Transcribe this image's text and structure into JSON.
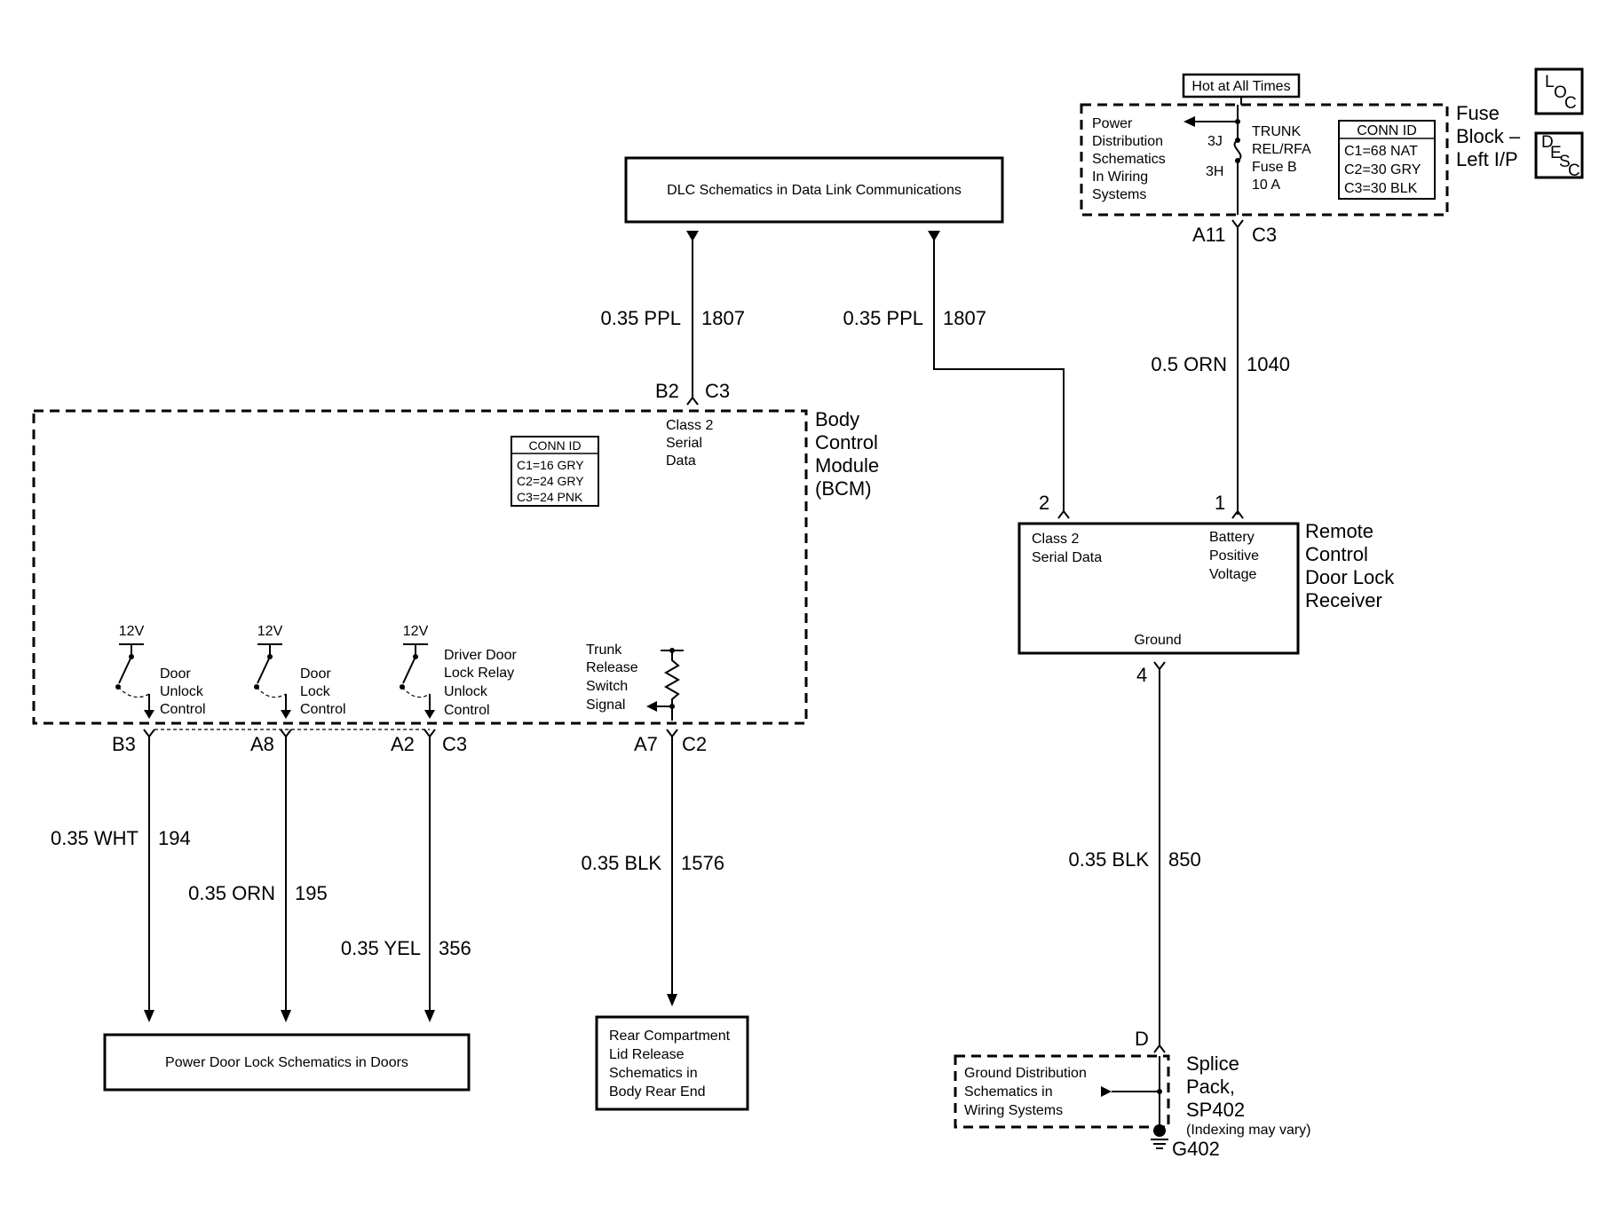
{
  "components": {
    "dlc_box": "DLC Schematics in Data Link Communications",
    "hot_label": "Hot at All Times",
    "fuse_block": {
      "name": [
        "Fuse",
        "Block –",
        "Left I/P"
      ],
      "power_dist": [
        "Power",
        "Distribution",
        "Schematics",
        "In Wiring",
        "Systems"
      ],
      "fuse_terms": [
        "3J",
        "3H"
      ],
      "fuse_label": [
        "TRUNK",
        "REL/RFA",
        "Fuse B",
        "10 A"
      ],
      "conn_id": {
        "header": "CONN ID",
        "rows": [
          "C1=68 NAT",
          "C2=30 GRY",
          "C3=30 BLK"
        ]
      }
    },
    "loc_icon": {
      "a": "L",
      "b": "O",
      "c": "C"
    },
    "desc_icon": {
      "a": "D",
      "b": "E",
      "c": "S",
      "d": "C"
    },
    "bcm": {
      "name": [
        "Body",
        "Control",
        "Module",
        "(BCM)"
      ],
      "class2": [
        "Class 2",
        "Serial",
        "Data"
      ],
      "conn_id": {
        "header": "CONN ID",
        "rows": [
          "C1=16 GRY",
          "C2=24 GRY",
          "C3=24 PNK"
        ]
      },
      "switch_voltage": "12V",
      "switch_labels": [
        [
          "Door",
          "Unlock",
          "Control"
        ],
        [
          "Door",
          "Lock",
          "Control"
        ],
        [
          "Driver Door",
          "Lock Relay",
          "Unlock",
          "Control"
        ]
      ],
      "trunk_label": [
        "Trunk",
        "Release",
        "Switch",
        "Signal"
      ]
    },
    "receiver": {
      "name": [
        "Remote",
        "Control",
        "Door Lock",
        "Receiver"
      ],
      "class2": [
        "Class 2",
        "Serial Data"
      ],
      "battery": [
        "Battery",
        "Positive",
        "Voltage"
      ],
      "ground": "Ground"
    },
    "splice": {
      "name": [
        "Splice",
        "Pack,",
        "SP402"
      ],
      "note": "(Indexing may vary)",
      "ground_dist": [
        "Ground Distribution",
        "Schematics in",
        "Wiring Systems"
      ],
      "ground_id": "G402"
    },
    "power_door_box": "Power Door Lock Schematics in Doors",
    "rear_box": [
      "Rear Compartment",
      "Lid Release",
      "Schematics in",
      "Body Rear End"
    ]
  },
  "pins": {
    "bcm_b2": "B2",
    "bcm_c3_top": "C3",
    "fuse_a11": "A11",
    "fuse_c3": "C3",
    "rcv_2": "2",
    "rcv_1": "1",
    "rcv_4": "4",
    "b3": "B3",
    "a8": "A8",
    "a2": "A2",
    "c3_bottom": "C3",
    "a7": "A7",
    "c2": "C2",
    "sp_d": "D"
  },
  "wires": [
    {
      "gauge_color": "0.35 PPL",
      "circuit": "1807"
    },
    {
      "gauge_color": "0.35 PPL",
      "circuit": "1807"
    },
    {
      "gauge_color": "0.5 ORN",
      "circuit": "1040"
    },
    {
      "gauge_color": "0.35 WHT",
      "circuit": "194"
    },
    {
      "gauge_color": "0.35 ORN",
      "circuit": "195"
    },
    {
      "gauge_color": "0.35 YEL",
      "circuit": "356"
    },
    {
      "gauge_color": "0.35 BLK",
      "circuit": "1576"
    },
    {
      "gauge_color": "0.35 BLK",
      "circuit": "850"
    }
  ]
}
